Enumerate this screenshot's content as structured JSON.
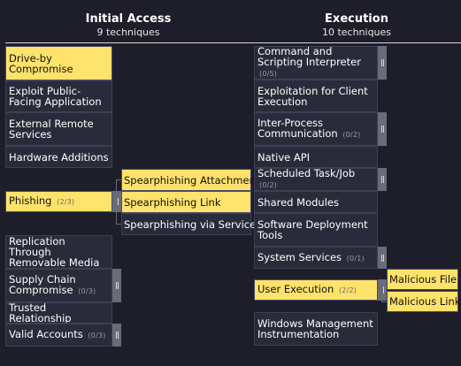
{
  "tactics": [
    {
      "name": "Initial Access",
      "technique_count": "9 techniques",
      "techniques": [
        {
          "label": "Drive-by Compromise",
          "highlighted": true
        },
        {
          "label": "Exploit Public-Facing Application",
          "highlighted": false
        },
        {
          "label": "External Remote Services",
          "highlighted": false
        },
        {
          "label": "Hardware Additions",
          "highlighted": false
        },
        {
          "label": "Phishing",
          "count": "(2/3)",
          "highlighted": true,
          "subtechniques": [
            {
              "label": "Spearphishing Attachment",
              "highlighted": true
            },
            {
              "label": "Spearphishing Link",
              "highlighted": true
            },
            {
              "label": "Spearphishing via Service",
              "highlighted": false
            }
          ]
        },
        {
          "label": "Replication Through Removable Media",
          "highlighted": false
        },
        {
          "label": "Supply Chain Compromise",
          "count": "(0/3)",
          "highlighted": false
        },
        {
          "label": "Trusted Relationship",
          "highlighted": false
        },
        {
          "label": "Valid Accounts",
          "count": "(0/3)",
          "highlighted": false
        }
      ]
    },
    {
      "name": "Execution",
      "technique_count": "10 techniques",
      "techniques": [
        {
          "label": "Command and Scripting Interpreter",
          "count": "(0/5)",
          "highlighted": false
        },
        {
          "label": "Exploitation for Client Execution",
          "highlighted": false
        },
        {
          "label": "Inter-Process Communication",
          "count": "(0/2)",
          "highlighted": false
        },
        {
          "label": "Native API",
          "highlighted": false
        },
        {
          "label": "Scheduled Task/Job",
          "count": "(0/2)",
          "highlighted": false
        },
        {
          "label": "Shared Modules",
          "highlighted": false
        },
        {
          "label": "Software Deployment Tools",
          "highlighted": false
        },
        {
          "label": "System Services",
          "count": "(0/1)",
          "highlighted": false
        },
        {
          "label": "User Execution",
          "count": "(2/2)",
          "highlighted": true,
          "subtechniques": [
            {
              "label": "Malicious File",
              "highlighted": true
            },
            {
              "label": "Malicious Link",
              "highlighted": true
            }
          ]
        },
        {
          "label": "Windows Management Instrumentation",
          "highlighted": false
        }
      ]
    }
  ],
  "colors": {
    "background": "#1d1e2a",
    "cell": "#2a2b3a",
    "highlight": "#fde26c",
    "handle": "#6a6b78"
  },
  "icons": {
    "expand_handle": "expand-handle-icon"
  }
}
